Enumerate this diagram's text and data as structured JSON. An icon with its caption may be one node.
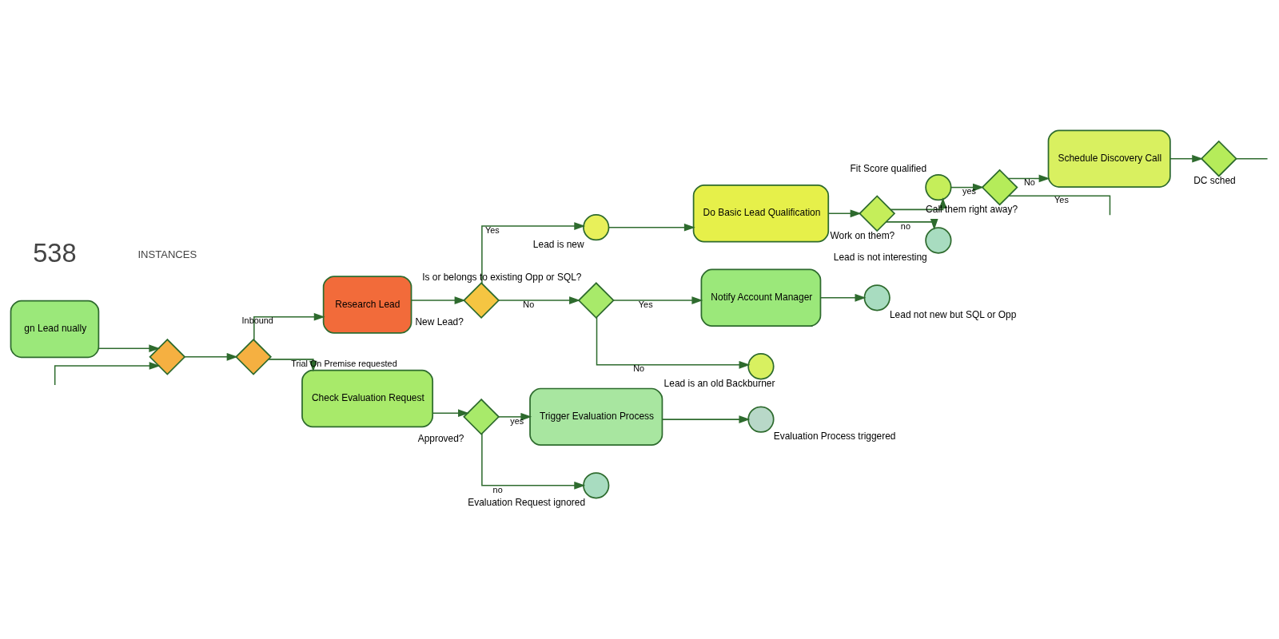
{
  "diagram": {
    "nodes": [
      {
        "text": [
          "gn Lead nually"
        ]
      },
      {
        "text": [],
        "shape": "diamond"
      },
      {
        "text": [],
        "shape": "diamond"
      },
      {
        "text": [
          "Research Lead"
        ]
      },
      {
        "text": [],
        "shape": "diamond",
        "beside": [
          "New Lead?"
        ]
      },
      {
        "text": [],
        "shape": "circle",
        "beside": [
          "Lead is new"
        ]
      },
      {
        "text": [
          "Do Basic Lead Qualification"
        ]
      },
      {
        "text": [],
        "shape": "diamond",
        "beside": [
          "Work on them?"
        ]
      },
      {
        "text": [],
        "shape": "circle",
        "beside": [
          "Fit Score qualified"
        ]
      },
      {
        "text": [],
        "shape": "diamond",
        "beside": [
          "Call them right away?"
        ]
      },
      {
        "text": [
          "Schedule Discovery Call"
        ]
      },
      {
        "text": [],
        "shape": "diamond",
        "beside": [
          "DC sched"
        ]
      },
      {
        "text": [],
        "shape": "diamond",
        "beside": [
          "Is or belongs to existing Opp or SQL?"
        ]
      },
      {
        "text": [
          "Notify Account Manager"
        ]
      },
      {
        "text": [],
        "shape": "circle",
        "beside": [
          "Lead not new but SQL or Opp"
        ]
      },
      {
        "text": [],
        "shape": "circle",
        "beside": [
          "Lead is an old Backburner"
        ]
      },
      {
        "text": [],
        "shape": "circle",
        "beside": [
          "Lead is not interesting"
        ]
      },
      {
        "text": [
          "Check Evaluation Request"
        ]
      },
      {
        "text": [],
        "shape": "diamond",
        "beside": [
          "Approved?"
        ]
      },
      {
        "text": [
          "Trigger Evaluation Process"
        ]
      },
      {
        "text": [],
        "shape": "circle",
        "beside": [
          "Evaluation Process triggered"
        ]
      },
      {
        "text": [],
        "shape": "circle",
        "beside": [
          "Evaluation Request ignored"
        ]
      }
    ],
    "edges": [
      {
        "from": null,
        "to": 1,
        "arrow": "to"
      },
      {
        "from": 0,
        "to": 1,
        "arrow": "to"
      },
      {
        "from": 1,
        "to": 2,
        "arrow": "to"
      },
      {
        "from": 2,
        "to": 3,
        "arrow": "to",
        "label": "Inbound"
      },
      {
        "from": 2,
        "to": 17,
        "arrow": "to",
        "label": "Trial On Premise requested"
      },
      {
        "from": 3,
        "to": 4,
        "arrow": "to"
      },
      {
        "from": 4,
        "to": 5,
        "arrow": "to",
        "label": "Yes"
      },
      {
        "from": 4,
        "to": 12,
        "arrow": "to",
        "label": "No"
      },
      {
        "from": 5,
        "to": 6,
        "arrow": "to"
      },
      {
        "from": 6,
        "to": 7,
        "arrow": "to"
      },
      {
        "from": 7,
        "to": 8,
        "arrow": "to"
      },
      {
        "from": 7,
        "to": 16,
        "arrow": "to",
        "label": "no"
      },
      {
        "from": 8,
        "to": 9,
        "arrow": "to",
        "label": "yes"
      },
      {
        "from": 9,
        "to": 10,
        "arrow": "to",
        "label": "No"
      },
      {
        "from": 9,
        "to": null,
        "arrow": "none",
        "label": "Yes"
      },
      {
        "from": 10,
        "to": 11,
        "arrow": "to"
      },
      {
        "from": 11,
        "to": null,
        "arrow": "none"
      },
      {
        "from": 12,
        "to": 13,
        "arrow": "to",
        "label": "Yes"
      },
      {
        "from": 12,
        "to": 15,
        "arrow": "to",
        "label": "No"
      },
      {
        "from": 13,
        "to": 14,
        "arrow": "to"
      },
      {
        "from": 17,
        "to": 18,
        "arrow": "to"
      },
      {
        "from": 18,
        "to": 19,
        "arrow": "to",
        "label": "yes"
      },
      {
        "from": 18,
        "to": 21,
        "arrow": "to",
        "label": "no"
      },
      {
        "from": 19,
        "to": 20,
        "arrow": "to"
      }
    ],
    "labels": [
      "538",
      "INSTANCES"
    ]
  }
}
